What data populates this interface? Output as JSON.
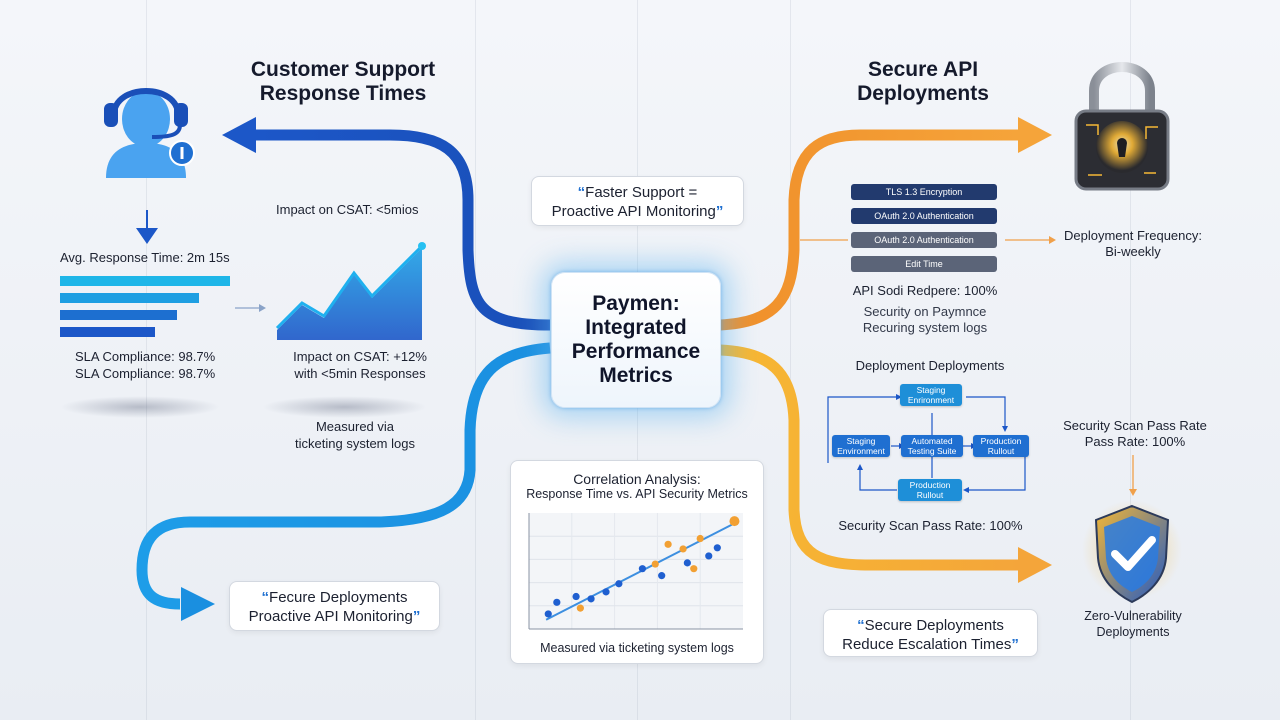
{
  "colors": {
    "blue_dark": "#1c57c8",
    "blue_light": "#1ea1e6",
    "orange": "#f29a2e",
    "gold": "#f5b836",
    "navy_box": "#223a6e",
    "gray_box": "#5b6478"
  },
  "icons": {
    "support_agent": "headset-agent-icon",
    "lock": "padlock-icon",
    "shield": "shield-check-icon",
    "arrow_down": "arrow-down-icon",
    "trend": "trend-area-icon"
  },
  "center": {
    "title": "Paymen: Integrated Performance Metrics"
  },
  "left": {
    "heading_line1": "Customer Support",
    "heading_line2": "Response Times",
    "avg_response": "Avg. Response Time: 2m 15s",
    "sla_line1": "SLA Compliance: 98.7%",
    "sla_line2": "SLA Compliance: 98.7%",
    "impact_top": "Impact on CSAT: <5mios",
    "impact_line1": "Impact on CSAT: +12%",
    "impact_line2": "with <5min Responses",
    "measured_line1": "Measured via",
    "measured_line2": "ticketing system logs",
    "bars": [
      1.0,
      0.82,
      0.69,
      0.56
    ]
  },
  "right": {
    "heading_line1": "Secure API",
    "heading_line2": "Deployments",
    "stack": [
      "TLS 1.3 Encryption",
      "OAuth 2.0 Authentication",
      "OAuth 2.0 Authentication",
      "Edit Time"
    ],
    "deploy_freq_line1": "Deployment Frequency:",
    "deploy_freq_line2": "Bi-weekly",
    "api_status": "API Sodi Redpere: 100%",
    "security_line1": "Security on Paymnce",
    "security_line2": "Recuring system logs",
    "pipeline_title": "Deployment Deployments",
    "pipeline": {
      "top": "Staging Enrironment",
      "left": "Staging Environment",
      "middle": "Automated Testing Suite",
      "right": "Production Rullout",
      "bottom": "Production Rullout"
    },
    "scan_line1": "Security Scan Pass Rate",
    "scan_line2": "Pass Rate: 100%",
    "scan_bottom": "Security Scan Pass Rate: 100%",
    "zero_line1": "Zero-Vulnerability",
    "zero_line2": "Deployments"
  },
  "quotes": {
    "top_line1": "Faster Support =",
    "top_line2": "Proactive API Monitoring",
    "bl_line1": "Fecure Deployments",
    "bl_line2": "Proactive API Monitoring",
    "br_line1": "Secure Deployments",
    "br_line2": "Reduce Escalation Times"
  },
  "chart_data": {
    "type": "scatter",
    "title": "Correlation Analysis:",
    "subtitle": "Response Time vs. API Security Metrics",
    "caption": "Measured via ticketing system logs",
    "xlabel": "",
    "ylabel": "",
    "xlim": [
      0,
      10
    ],
    "ylim": [
      0,
      10
    ],
    "grid": true,
    "trend_line": {
      "x": [
        0.8,
        9.7
      ],
      "y": [
        0.8,
        9.2
      ]
    },
    "series": [
      {
        "color": "#1f5fd0",
        "points": [
          [
            0.9,
            1.3
          ],
          [
            1.3,
            2.3
          ],
          [
            2.2,
            2.8
          ],
          [
            2.9,
            2.6
          ],
          [
            3.6,
            3.2
          ],
          [
            4.2,
            3.9
          ],
          [
            5.3,
            5.2
          ],
          [
            6.2,
            4.6
          ],
          [
            7.4,
            5.7
          ],
          [
            8.4,
            6.3
          ],
          [
            8.8,
            7.0
          ]
        ]
      },
      {
        "color": "#f2a033",
        "points": [
          [
            2.4,
            1.8
          ],
          [
            5.9,
            5.6
          ],
          [
            6.5,
            7.3
          ],
          [
            7.2,
            6.9
          ],
          [
            7.7,
            5.2
          ],
          [
            8.0,
            7.8
          ],
          [
            9.6,
            9.3
          ]
        ]
      }
    ]
  }
}
